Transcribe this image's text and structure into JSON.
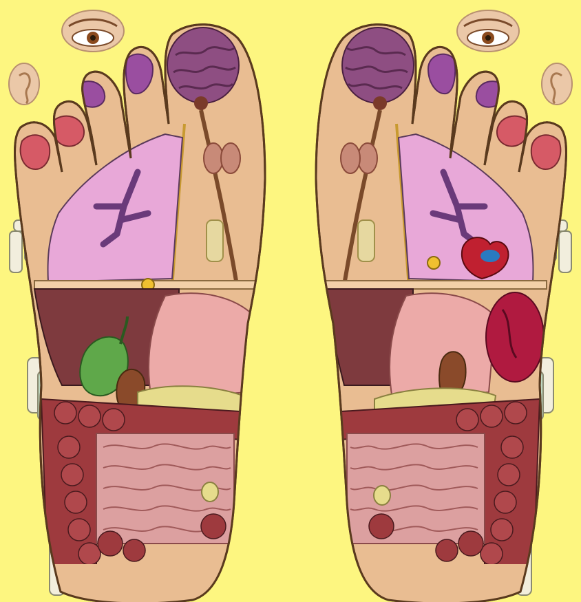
{
  "diagram": {
    "feet": [
      {
        "side": "left"
      },
      {
        "side": "right"
      }
    ],
    "organ_zones": [
      {
        "name": "eye"
      },
      {
        "name": "ear"
      },
      {
        "name": "sinus"
      },
      {
        "name": "brain"
      },
      {
        "name": "pituitary"
      },
      {
        "name": "thyroid"
      },
      {
        "name": "spine"
      },
      {
        "name": "lung"
      },
      {
        "name": "heart"
      },
      {
        "name": "liver"
      },
      {
        "name": "gallbladder"
      },
      {
        "name": "stomach"
      },
      {
        "name": "spleen"
      },
      {
        "name": "kidney"
      },
      {
        "name": "pancreas"
      },
      {
        "name": "small-intestine"
      },
      {
        "name": "colon"
      },
      {
        "name": "bladder"
      }
    ],
    "colors": {
      "background": "#FDF680",
      "skin": "#E9BD92",
      "skin_outline": "#5A3A1E",
      "lung": "#E8A8D8",
      "brain": "#8E4E82",
      "liver": "#7E3A3E",
      "colon": "#9E3A3E",
      "intestine": "#DCA0A0",
      "gallbladder": "#5FA84A",
      "heart": "#C02030",
      "kidney": "#8A4A2A",
      "pancreas": "#E6DC8C",
      "sinus": "#D65A66",
      "bone": "#F2EEDD"
    }
  }
}
